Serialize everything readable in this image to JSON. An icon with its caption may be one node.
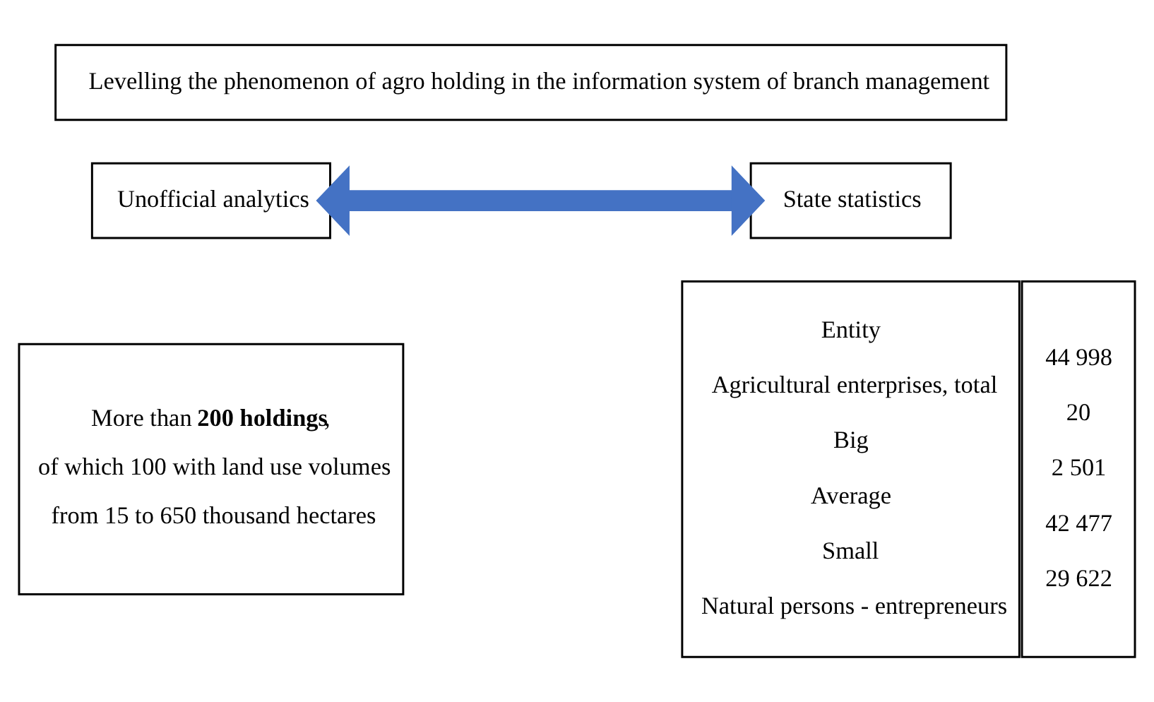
{
  "diagram": {
    "nodes": [
      {
        "text": [
          "Levelling the phenomenon of agro holding in the information system of branch management"
        ]
      },
      {
        "text": [
          "Unofficial analytics"
        ]
      },
      {
        "text": [
          "State statistics"
        ]
      },
      {
        "text": [
          "More than **200 holdings**,",
          "of which 100 with land use volumes",
          "from 15 to 650 thousand hectares"
        ]
      },
      {
        "text": [
          "Entity",
          "Agricultural enterprises, total",
          "Big",
          "Average",
          "Small",
          "Natural persons - entrepreneurs"
        ]
      },
      {
        "text": [
          "44 998",
          "20",
          "2 501",
          "42 477",
          "29 622"
        ]
      }
    ],
    "edges": [
      {
        "from": 1,
        "to": 2,
        "arrow": "both",
        "color": "#4472c4"
      }
    ]
  }
}
